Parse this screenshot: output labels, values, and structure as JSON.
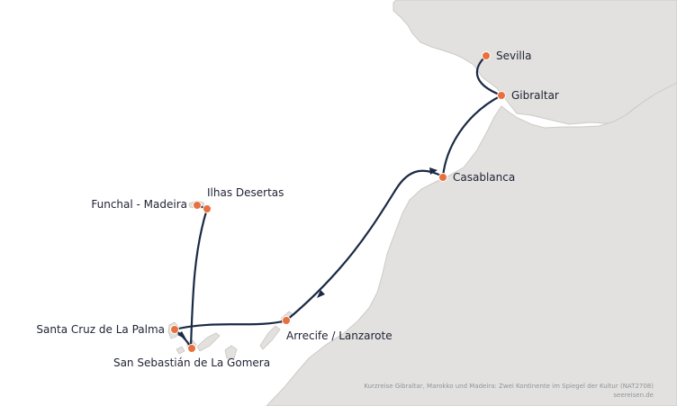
{
  "map": {
    "ports": [
      {
        "name": "Sevilla"
      },
      {
        "name": "Gibraltar"
      },
      {
        "name": "Casablanca"
      },
      {
        "name": "Ilhas Desertas"
      },
      {
        "name": "Funchal - Madeira"
      },
      {
        "name": "Santa Cruz de La Palma"
      },
      {
        "name": "San Sebastián de La Gomera"
      },
      {
        "name": "Arrecife / Lanzarote"
      }
    ],
    "colors": {
      "port_marker": "#e8703d",
      "route": "#1b2a44",
      "land": "#e2e1df",
      "sea": "#ffffff"
    }
  },
  "footer": {
    "caption": "Kurzreise Gibraltar, Marokko und Madeira: Zwei Kontinente im Spiegel der Kultur (NAT2708)",
    "source": "seereisen.de"
  }
}
